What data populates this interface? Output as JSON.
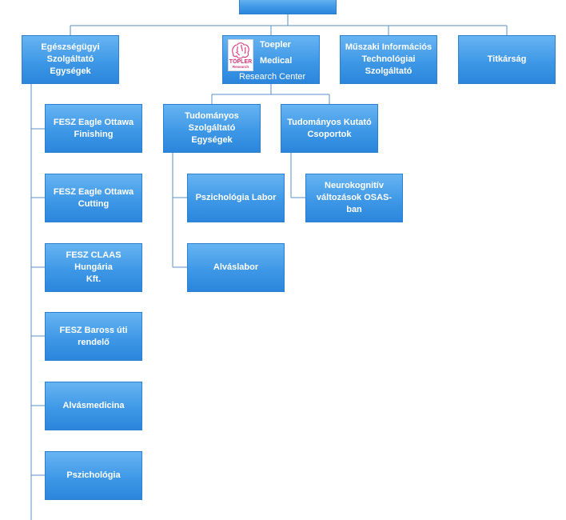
{
  "root": {
    "label": ""
  },
  "egeszsegugyi": {
    "label": "Egészségügyi\nSzolgáltató Egységek",
    "children": [
      "FESZ Eagle Ottawa\nFinishing",
      "FESZ Eagle Ottawa\nCutting",
      "FESZ CLAAS Hungária\nKft.",
      "FESZ Baross úti\nrendelő",
      "Alvásmedicina",
      "Pszichológia"
    ]
  },
  "toepler": {
    "line1": "Toepler",
    "line2": "Medical",
    "line3": "Research Center",
    "logo_icon": "toepler-brain-logo-icon",
    "logo_text": "TÖPLER",
    "logo_subtext": "Research",
    "logo_color": "#d6337a"
  },
  "muszaki": {
    "label": "Műszaki Információs\nTechnológiai\nSzolgáltató"
  },
  "titkarsag": {
    "label": "Titkárság"
  },
  "tud_szolg": {
    "label": "Tudományos\nSzolgáltató Egységek",
    "children": [
      "Pszichológia Labor",
      "Alváslabor"
    ]
  },
  "tud_kutato": {
    "label": "Tudományos Kutató\nCsoportok",
    "children": [
      "Neurokognitív\nváltozások OSAS-ban"
    ]
  },
  "colors": {
    "box_top": "#67b4f2",
    "box_bottom": "#2b86dc",
    "connector": "#5a8fc8"
  }
}
